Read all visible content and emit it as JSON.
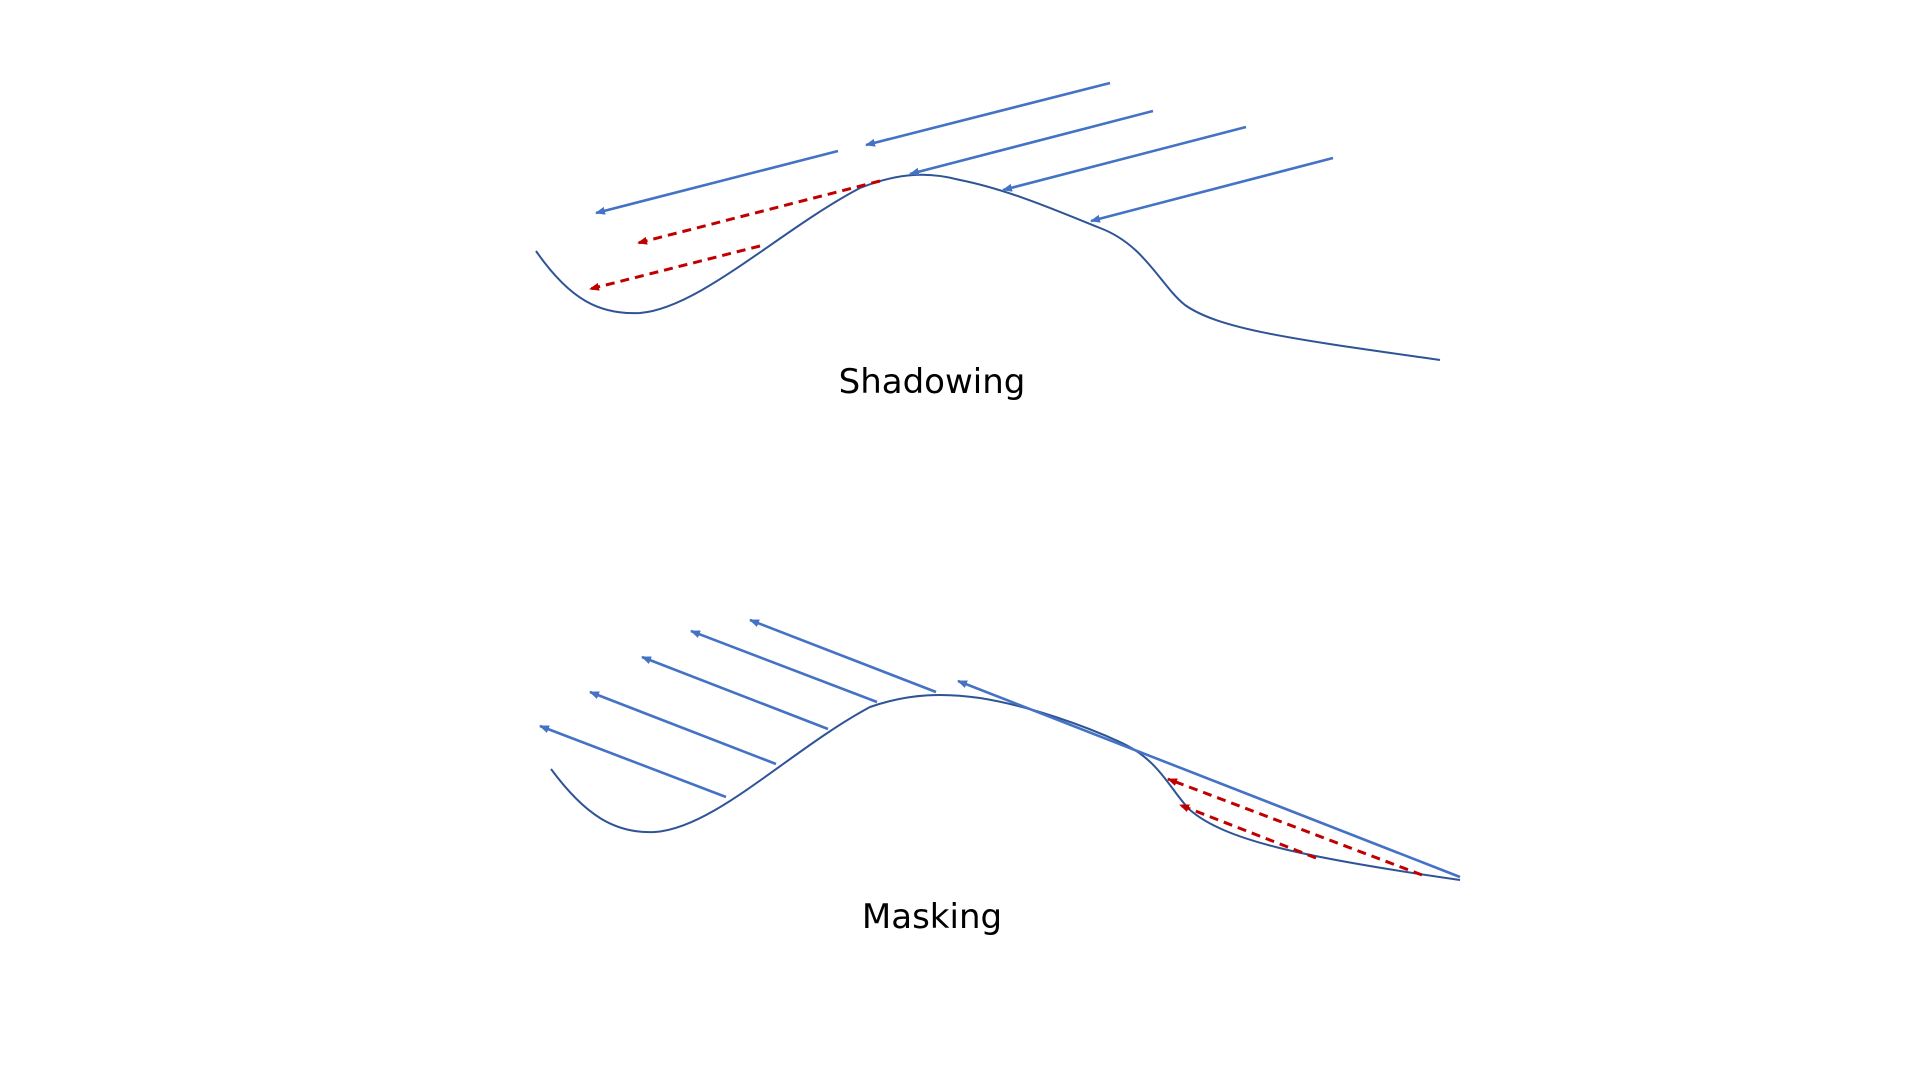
{
  "colors": {
    "surface": "#2F5496",
    "ray": "#4472C4",
    "blocked_ray": "#C00000",
    "background": "#FFFFFF"
  },
  "panels": [
    {
      "id": "shadowing",
      "caption": "Shadowing"
    },
    {
      "id": "masking",
      "caption": "Masking"
    }
  ]
}
